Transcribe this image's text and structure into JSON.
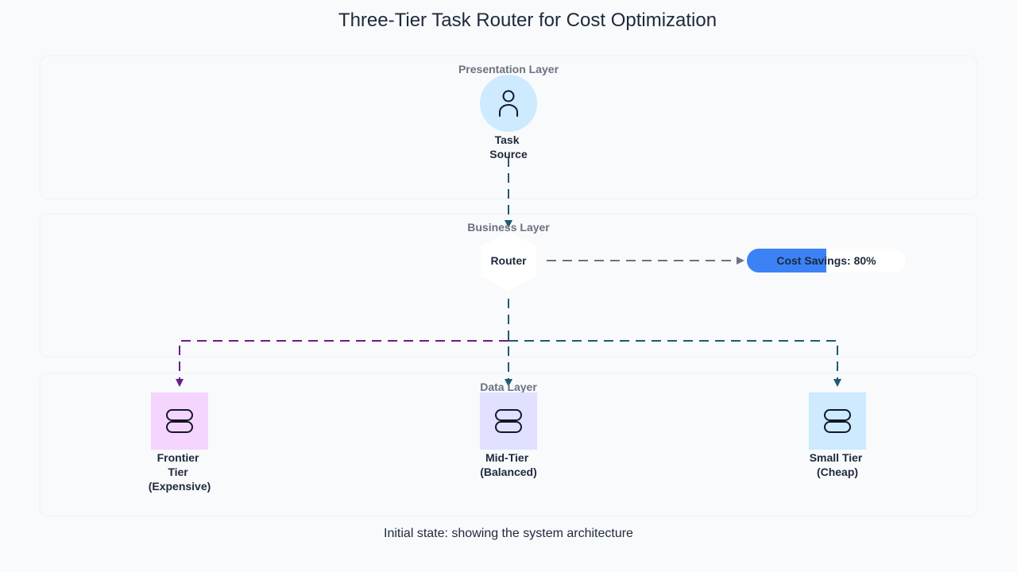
{
  "title": "Three-Tier Task Router for Cost Optimization",
  "layers": {
    "presentation": "Presentation Layer",
    "business": "Business Layer",
    "data": "Data Layer"
  },
  "nodes": {
    "task_source": {
      "lines": [
        "Task",
        "Source"
      ],
      "icon": "user-icon",
      "color": "#cdeafe"
    },
    "router": {
      "label": "Router",
      "color": "#ffffff"
    },
    "frontier": {
      "lines": [
        "Frontier",
        "Tier",
        "(Expensive)"
      ],
      "icon": "database-icon",
      "color": "#f5d5fd"
    },
    "mid": {
      "lines": [
        "Mid-Tier",
        "(Balanced)"
      ],
      "icon": "database-icon",
      "color": "#e1e0fe"
    },
    "small": {
      "lines": [
        "Small Tier",
        "(Cheap)"
      ],
      "icon": "database-icon",
      "color": "#cdeafe"
    }
  },
  "savings": {
    "label": "Cost Savings: 80%",
    "value": 0.5,
    "fill_color": "#3b82f6"
  },
  "caption": "Initial state: showing the system architecture",
  "colors": {
    "teal": "#1e5b72",
    "purple": "#6b1d86",
    "gray": "#6b7280"
  }
}
